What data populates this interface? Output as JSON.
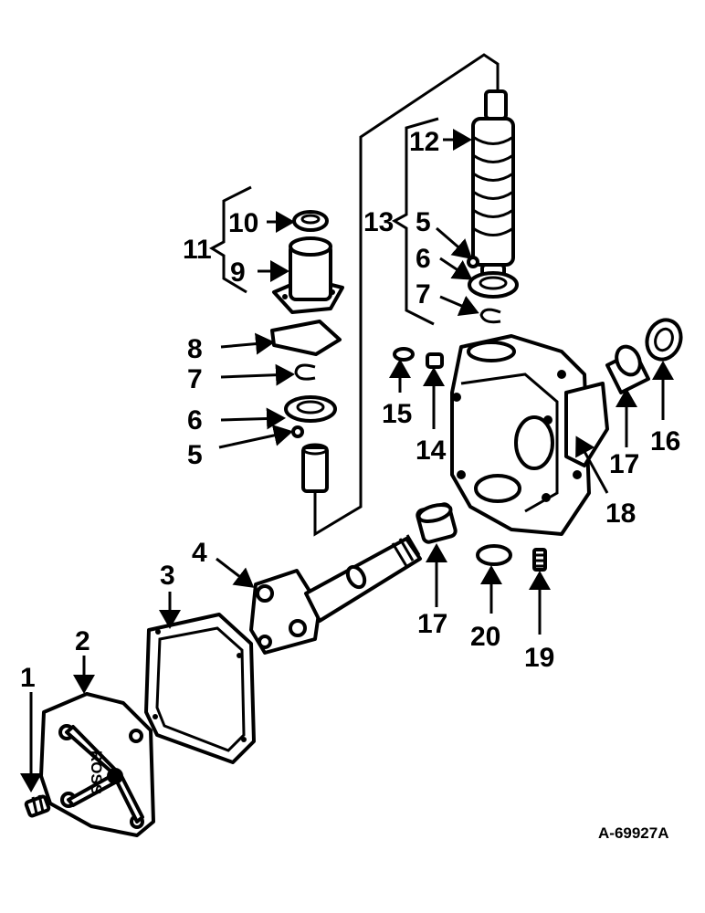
{
  "diagram": {
    "labels": {
      "p1": "1",
      "p2": "2",
      "p3": "3",
      "p4": "4",
      "p5a": "5",
      "p5b": "5",
      "p6a": "6",
      "p6b": "6",
      "p7a": "7",
      "p7b": "7",
      "p8": "8",
      "p9": "9",
      "p10": "10",
      "p11": "11",
      "p12": "12",
      "p13": "13",
      "p14": "14",
      "p15": "15",
      "p16": "16",
      "p17a": "17",
      "p17b": "17",
      "p18": "18",
      "p19": "19",
      "p20": "20"
    },
    "cover_stamp": "ROSS",
    "reference": "A-69927A"
  }
}
